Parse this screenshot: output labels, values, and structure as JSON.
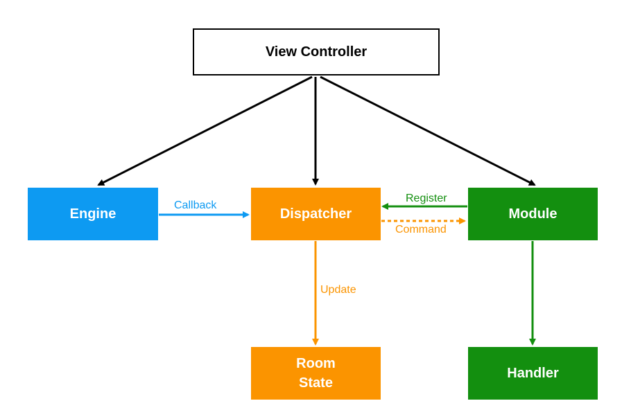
{
  "nodes": {
    "view_controller": "View Controller",
    "engine": "Engine",
    "dispatcher": "Dispatcher",
    "module": "Module",
    "room_state_line1": "Room",
    "room_state_line2": "State",
    "handler": "Handler"
  },
  "edges": {
    "callback": "Callback",
    "register": "Register",
    "command": "Command",
    "update": "Update"
  },
  "colors": {
    "engine": "#0d9af2",
    "dispatcher": "#fb9400",
    "module": "#138f0f",
    "controller_border": "#000000"
  }
}
